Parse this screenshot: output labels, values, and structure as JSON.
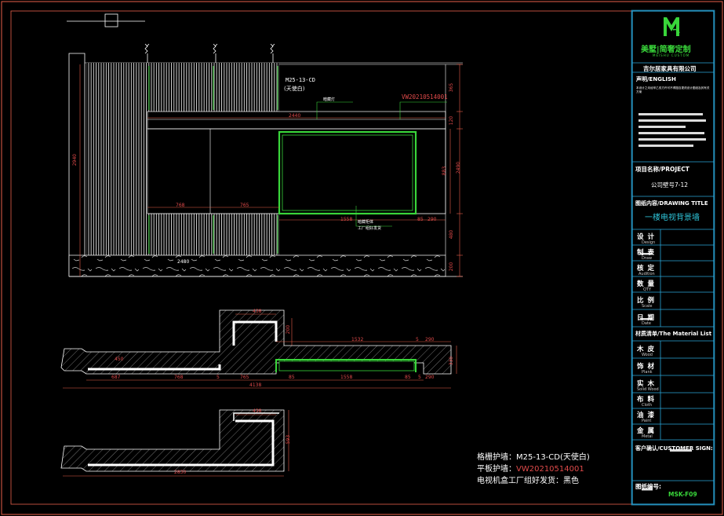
{
  "drawing": {
    "tags": {
      "material_grid": "M25-13-CD",
      "grid_color": "(天使白)",
      "panel": "VW20210514001",
      "lamp_label": "暗藏灯",
      "cabinet_label": "暗藏柜体",
      "factory_note": "工厂组好发货"
    },
    "elevation_dims": {
      "top_width": "2440",
      "left_height": "2940",
      "right_segments": [
        "365",
        "120",
        "883",
        "2490",
        "480",
        "200"
      ],
      "opening_left": "768",
      "opening_mid": "765",
      "tv_width": "1558",
      "tv_right_a": "85",
      "tv_right_b": "290",
      "base_label": "2480"
    },
    "plan1_dims": {
      "top_small": "438",
      "right_top": "200",
      "width_main": "1532",
      "right_a": "5",
      "right_b": "290",
      "right_c": "330",
      "left_corner": "450",
      "bottom": [
        "687",
        "768",
        "5",
        "765",
        "85",
        "1558",
        "85",
        "5",
        "290"
      ],
      "total": "4138"
    },
    "plan2_dims": {
      "top": "438",
      "right": "593",
      "total": "2830"
    },
    "notes": [
      {
        "label": "格栅护墙：",
        "value": "M25-13-CD(天使白)",
        "color": "white"
      },
      {
        "label": "平板护墙：",
        "value": "VW20210514001",
        "color": "red"
      },
      {
        "label": "电视机盒工厂组好发货：",
        "value": "黑色",
        "color": "white"
      }
    ]
  },
  "title_block": {
    "logo_text": "美墅|简奢定制",
    "logo_sub": "MEISHU CUSTOM",
    "company": "吉尔居家具有限公司",
    "declaration_label": "声明/ENGLISH",
    "declaration_text": "本设计之未经甲乙双方许可不得擅自更改设计图纸及其有关方案",
    "project_label": "项目名称/PROJECT",
    "project_value": "公司壁号7-12",
    "drawing_title_label": "图纸内容/DRAWING TITLE",
    "drawing_title_value": "一楼电视背景墙",
    "rows": [
      {
        "label": "设 计",
        "sub": "Design"
      },
      {
        "label": "制 表",
        "sub": "Draw"
      },
      {
        "label": "核 定",
        "sub": "Audition"
      },
      {
        "label": "数 量",
        "sub": "QTY"
      },
      {
        "label": "比 例",
        "sub": "Scale"
      },
      {
        "label": "日 期",
        "sub": "Date"
      }
    ],
    "material_label": "材质清单/The Material List",
    "materials": [
      {
        "label": "木 皮",
        "sub": "Wood"
      },
      {
        "label": "饰 材",
        "sub": "Plank"
      },
      {
        "label": "实 木",
        "sub": "Solid Wood"
      },
      {
        "label": "布 料",
        "sub": "Cloth"
      },
      {
        "label": "油 漆",
        "sub": "Paint"
      },
      {
        "label": "金 属",
        "sub": "Metal"
      }
    ],
    "client_label": "客户确认/CUSTOMER SIGN:",
    "drawing_no_label": "图纸编号:",
    "drawing_no_value": "MSK-F09"
  }
}
